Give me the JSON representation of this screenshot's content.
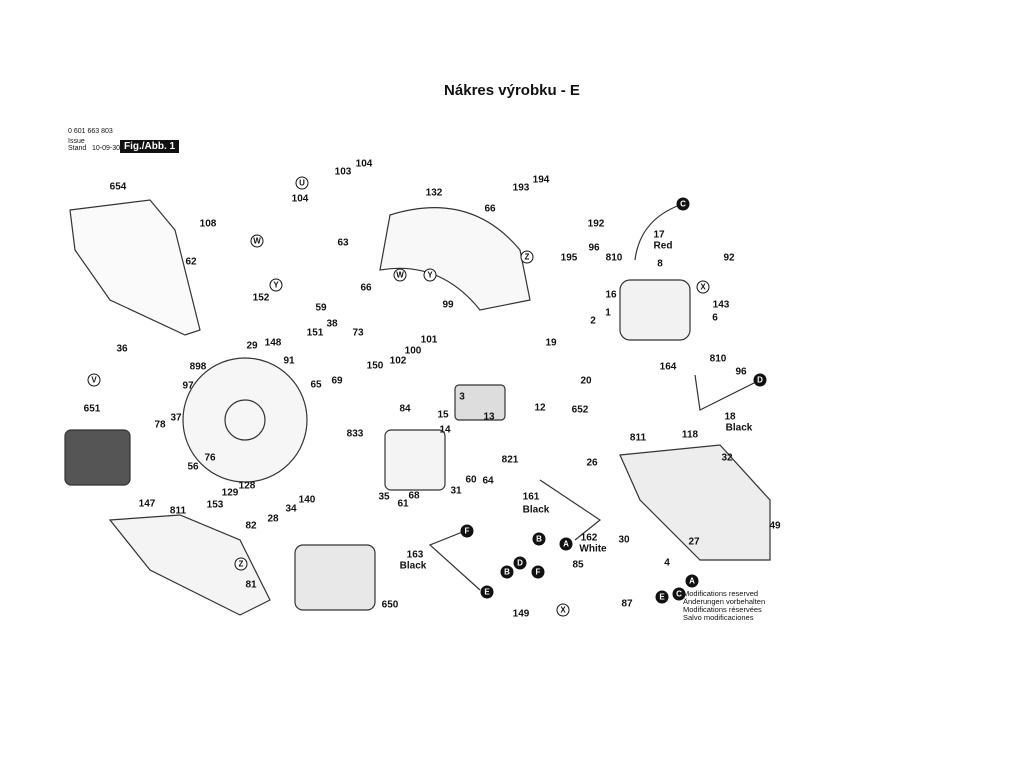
{
  "title": "Nákres výrobku - E",
  "header": {
    "part_number": "0 601 663 803",
    "issue_label": "Issue",
    "stand_label": "Stand",
    "date": "10-09-30",
    "figure": "Fig./Abb. 1"
  },
  "notes": [
    "Modifications reserved",
    "Änderungen vorbehalten",
    "Modifications réservées",
    "Salvo modificaciones"
  ],
  "part_labels": [
    "654",
    "108",
    "62",
    "103",
    "104",
    "104",
    "132",
    "66",
    "63",
    "66",
    "59",
    "99",
    "152",
    "148",
    "151",
    "38",
    "73",
    "29",
    "91",
    "150",
    "102",
    "100",
    "101",
    "36",
    "898",
    "97",
    "65",
    "69",
    "651",
    "78",
    "37",
    "76",
    "56",
    "193",
    "194",
    "192",
    "195",
    "17",
    "Red",
    "96",
    "810",
    "8",
    "92",
    "16",
    "143",
    "1",
    "2",
    "6",
    "19",
    "20",
    "164",
    "810",
    "96",
    "18",
    "Black",
    "3",
    "13",
    "12",
    "84",
    "652",
    "811",
    "118",
    "15",
    "14",
    "833",
    "821",
    "26",
    "32",
    "60",
    "64",
    "31",
    "35",
    "68",
    "61",
    "161",
    "Black",
    "147",
    "811",
    "153",
    "129",
    "128",
    "140",
    "34",
    "28",
    "82",
    "81",
    "49",
    "27",
    "30",
    "4",
    "162",
    "White",
    "163",
    "Black",
    "85",
    "149",
    "87",
    "650"
  ],
  "connector_markers": [
    "W",
    "U",
    "W",
    "Y",
    "Z",
    "Y",
    "V",
    "C",
    "X",
    "D",
    "Z",
    "B",
    "A",
    "F",
    "E",
    "D",
    "B",
    "F",
    "X",
    "A",
    "E",
    "C"
  ]
}
